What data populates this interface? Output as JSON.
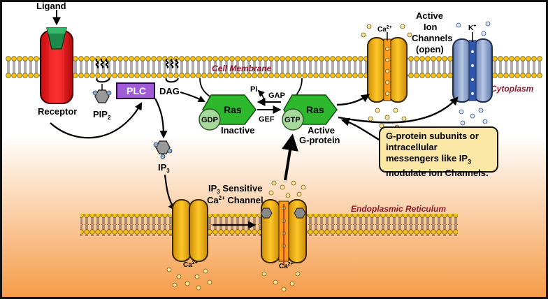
{
  "labels": {
    "ligand": "Ligand",
    "receptor": "Receptor",
    "pip2_main": "PIP",
    "pip2_sub": "2",
    "plc": "PLC",
    "dag": "DAG",
    "ip3_main": "IP",
    "ip3_sub": "3",
    "cell_membrane": "Cell Membrane",
    "cytoplasm": "Cytoplasm",
    "er": "Endoplasmic Reticulum",
    "ras_inactive": "Ras",
    "gdp": "GDP",
    "inactive": "Inactive",
    "ras_active": "Ras",
    "gtp": "GTP",
    "active_line1": "Active",
    "active_line2": "G-protein",
    "pi": "Pi",
    "gap": "GAP",
    "gef": "GEF",
    "active_channels_1": "Active",
    "active_channels_2": "Ion",
    "active_channels_3": "Channels",
    "active_channels_4": "(open)",
    "ca_main": "Ca",
    "ca_sup": "2+",
    "k_main": "K",
    "k_sup": "+",
    "ip3_sensitive_main": "IP",
    "ip3_sensitive_sub": "3",
    "ip3_sensitive_rest": " Sensitive",
    "ca_channel_main": "Ca",
    "ca_channel_sup": "2+",
    "ca_channel_rest": " Channel"
  },
  "callout": {
    "part1": "G-protein subunits or intracellular messengers like IP",
    "sub": "3",
    "part2": " modulate ion Channels."
  },
  "colors": {
    "receptor": "#e8161b",
    "ligand": "#1e8a4a",
    "plc": "#a05bd6",
    "ras": "#2db82d",
    "nucleotide": "#a7d99a",
    "channel_gold": "#f2b10f",
    "channel_blue": "#7f99c8",
    "lipid_head": "#f4c21b",
    "ion": "#f5e4a8"
  }
}
